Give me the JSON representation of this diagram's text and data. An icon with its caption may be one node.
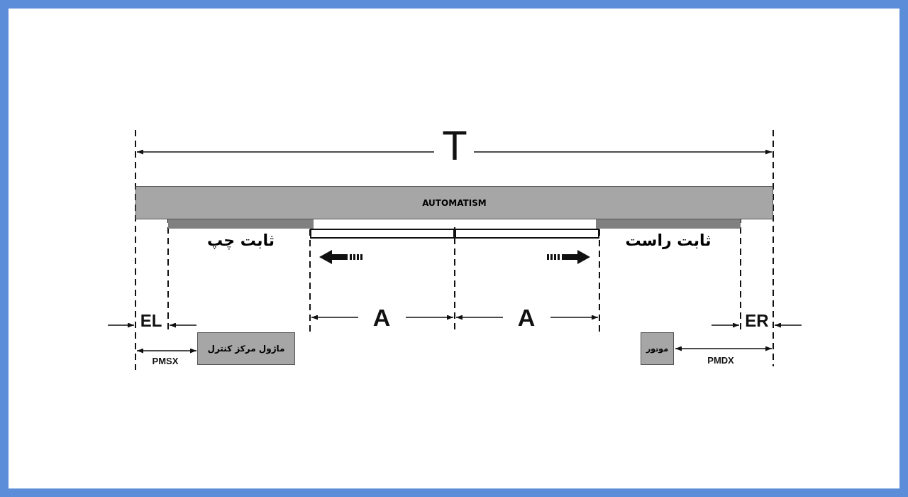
{
  "diagram": {
    "nodes": [
      {
        "text": [
          "AUTOMATISM"
        ]
      },
      {
        "text": [
          "ثابت چپ"
        ]
      },
      {
        "text": [],
        "shape": "box"
      },
      {
        "text": [],
        "shape": "box"
      },
      {
        "text": [
          "ثابت راست"
        ]
      },
      {
        "text": [
          "ماژول مرکز کنترل"
        ]
      },
      {
        "text": [
          "موتور"
        ]
      }
    ],
    "labels": [
      "T",
      "EL",
      "A",
      "A",
      "ER",
      "PMSX",
      "PMDX"
    ]
  }
}
